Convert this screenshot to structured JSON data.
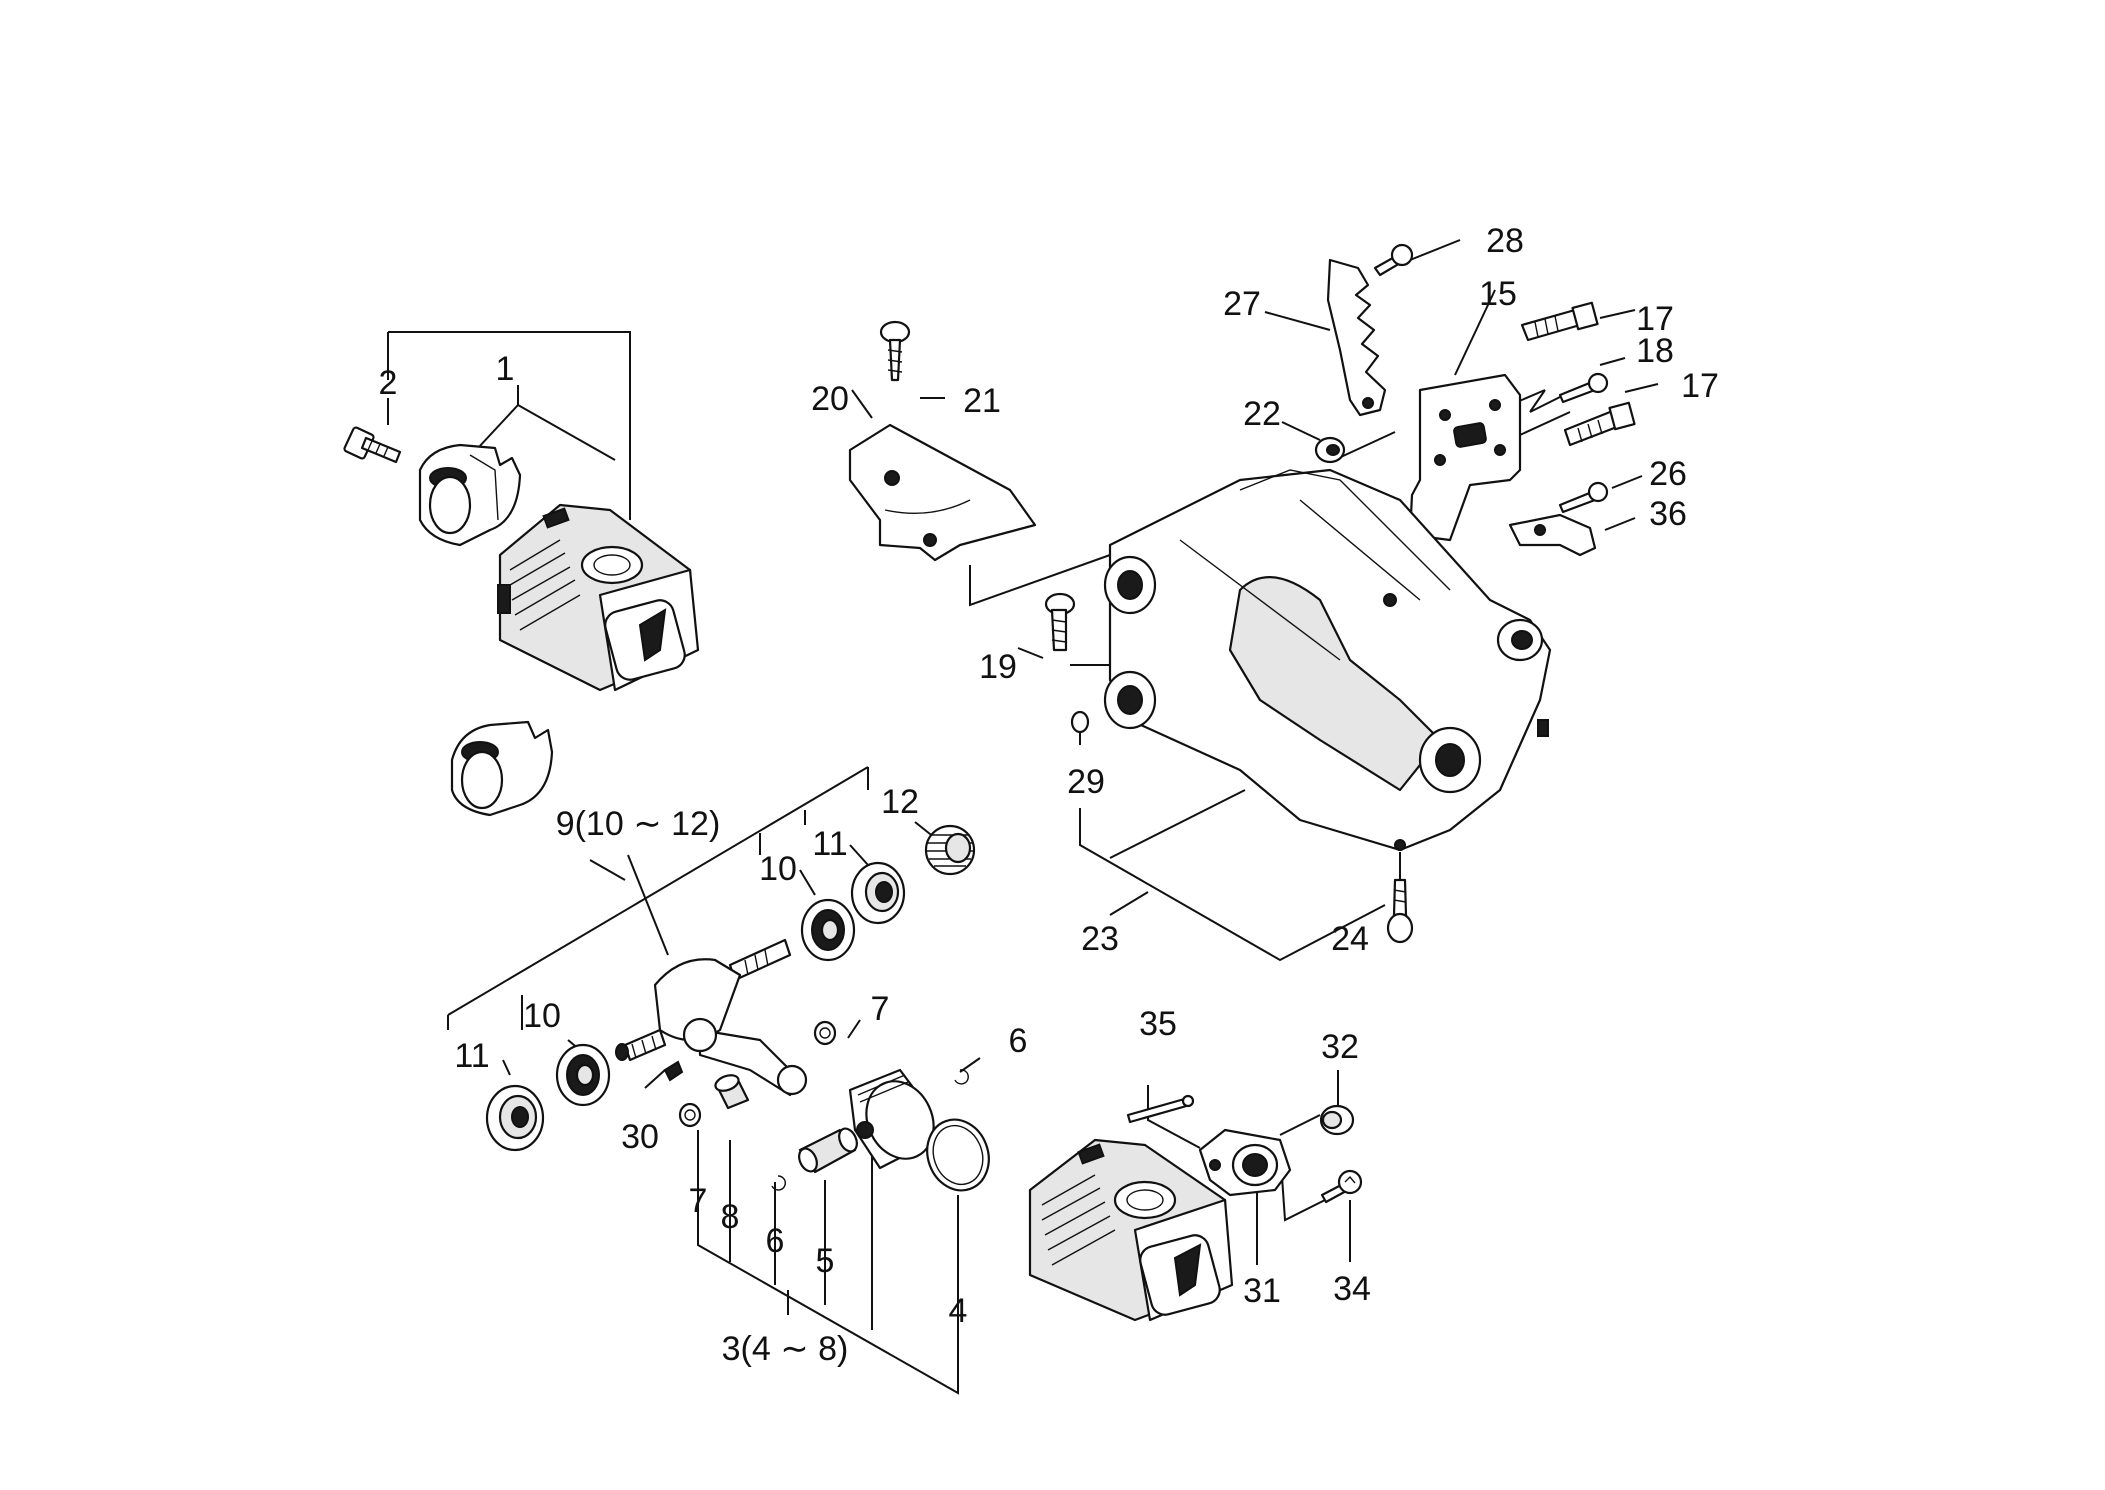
{
  "callouts": {
    "c1": "1",
    "c2": "2",
    "c3": "3(4 ∼ 8)",
    "c4": "4",
    "c5": "5",
    "c6a": "6",
    "c6b": "6",
    "c7a": "7",
    "c7b": "7",
    "c8": "8",
    "c9": "9(10 ∼ 12)",
    "c10a": "10",
    "c10b": "10",
    "c11a": "11",
    "c11b": "11",
    "c12": "12",
    "c15": "15",
    "c17a": "17",
    "c17b": "17",
    "c18": "18",
    "c19": "19",
    "c20": "20",
    "c21": "21",
    "c22": "22",
    "c23": "23",
    "c24": "24",
    "c26": "26",
    "c27": "27",
    "c28": "28",
    "c29": "29",
    "c30": "30",
    "c31": "31",
    "c32": "32",
    "c34": "34",
    "c35": "35",
    "c36": "36"
  }
}
